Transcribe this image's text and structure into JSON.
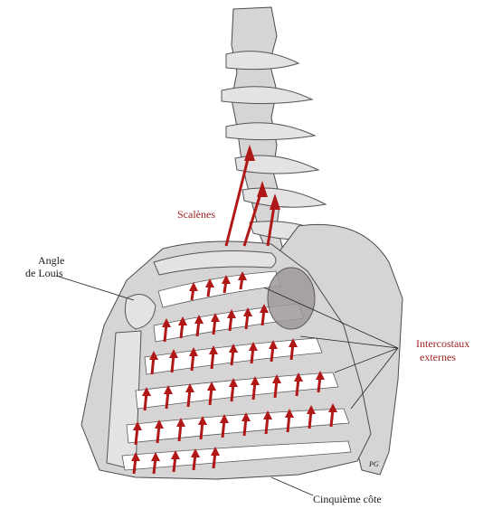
{
  "labels": {
    "angle_line1": "Angle",
    "angle_line2": "de Louis",
    "scalenes": "Scalènes",
    "intercostaux_line1": "Intercostaux",
    "intercostaux_line2": "externes",
    "cinquieme_cote": "Cinquième côte",
    "signature": "PG"
  },
  "colors": {
    "muscle_arrows": "#b01818",
    "red_labels": "#9a1c1c",
    "bone_fill": "#d6d4d4"
  }
}
